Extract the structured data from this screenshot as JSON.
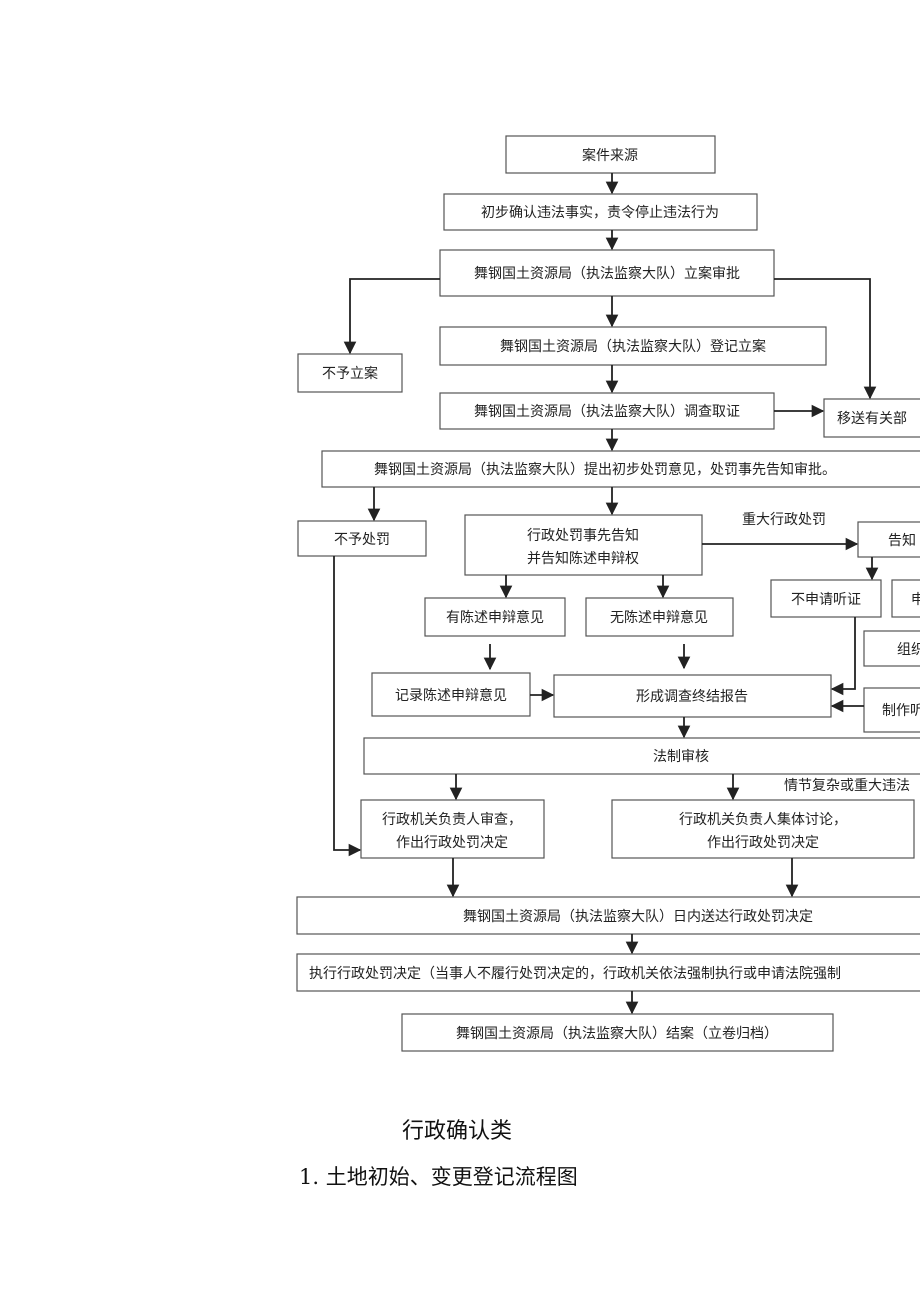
{
  "nodes": {
    "source": "案件来源",
    "confirm": "初步确认违法事实，责令停止违法行为",
    "approve": "舞钢国土资源局（执法监察大队）立案审批",
    "no_case": "不予立案",
    "register": "舞钢国土资源局（执法监察大队）登记立案",
    "investigate": "舞钢国土资源局（执法监察大队）调查取证",
    "transfer": "移送有关部",
    "opinion": "舞钢国土资源局（执法监察大队）提出初步处罚意见，处罚事先告知审批。",
    "no_penalty": "不予处罚",
    "notify_line1": "行政处罚事先告知",
    "notify_line2": "并告知陈述申辩权",
    "inform": "告知",
    "no_hearing": "不申请听证",
    "apply_partial": "申",
    "has_plea": "有陈述申辩意见",
    "no_plea": "无陈述申辩意见",
    "organize": "组织",
    "record_plea": "记录陈述申辩意见",
    "report": "形成调查终结报告",
    "make": "制作听",
    "legal_review": "法制审核",
    "head_review_line1": "行政机关负责人审查，",
    "head_review_line2": "作出行政处罚决定",
    "collective_line1": "行政机关负责人集体讨论，",
    "collective_line2": "作出行政处罚决定",
    "deliver": "舞钢国土资源局（执法监察大队）日内送达行政处罚决定",
    "execute": "执行行政处罚决定（当事人不履行处罚决定的，行政机关依法强制执行或申请法院强制",
    "close": "舞钢国土资源局（执法监察大队）结案（立卷归档）"
  },
  "edge_labels": {
    "major_penalty": "重大行政处罚",
    "complex": "情节复杂或重大违法"
  },
  "headings": {
    "section": "行政确认类",
    "item": "1. 土地初始、变更登记流程图"
  }
}
